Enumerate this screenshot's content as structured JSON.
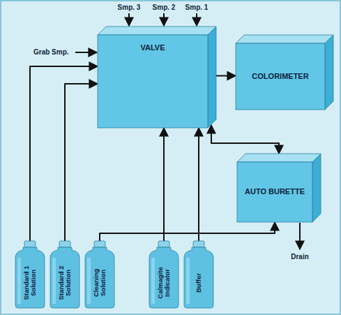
{
  "diagram": {
    "nodes": [
      {
        "text": [
          "VALVE"
        ]
      },
      {
        "text": [
          "COLORIMETER"
        ]
      },
      {
        "text": [
          "AUTO BURETTE"
        ]
      },
      {
        "text": [
          "Standard 1 Solution"
        ]
      },
      {
        "text": [
          "Standard 2 Solution"
        ]
      },
      {
        "text": [
          "Cleaning Solution"
        ]
      },
      {
        "text": [
          "Calmagite Indicator"
        ]
      },
      {
        "text": [
          "Buffer"
        ]
      }
    ],
    "edges": [
      {
        "from": 0,
        "to": 1,
        "arrow": "to"
      },
      {
        "from": 0,
        "to": 2,
        "arrow": "both"
      },
      {
        "from": 3,
        "to": 0,
        "arrow": "to"
      },
      {
        "from": 4,
        "to": 0,
        "arrow": "to"
      },
      {
        "from": 5,
        "to": 2,
        "arrow": "to"
      },
      {
        "from": 6,
        "to": 0,
        "arrow": "to"
      },
      {
        "from": 7,
        "to": 0,
        "arrow": "to"
      }
    ],
    "labels": [
      "Smp. 3",
      "Smp. 2",
      "Smp. 1",
      "Grab Smp.",
      "Drain"
    ]
  }
}
